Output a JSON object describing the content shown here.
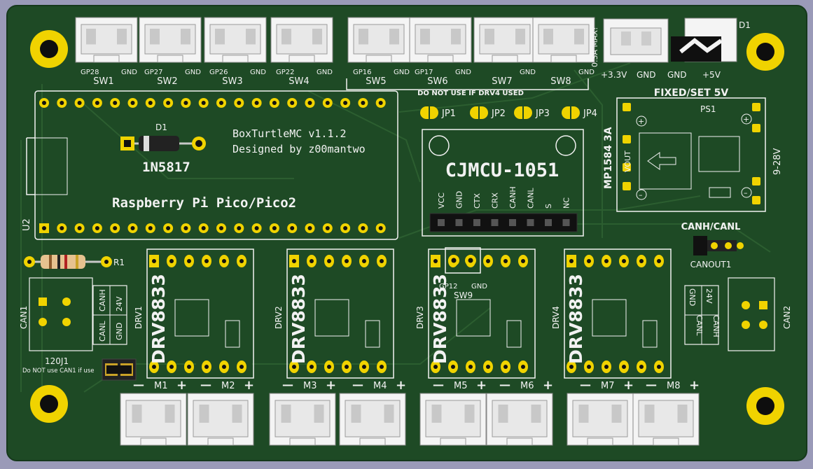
{
  "colors": {
    "background": "#9a9ab8",
    "board": "#1e4a25",
    "trace": "#2c5e30",
    "silkscreen": "#f2f2f2",
    "pad_gold": "#f0d300",
    "connector_white": "#f4f4f4",
    "module_bg": "#2a5a2c"
  },
  "top_connectors": [
    {
      "ref": "SW1",
      "pins": [
        "GP28",
        "GND"
      ]
    },
    {
      "ref": "SW2",
      "pins": [
        "GP27",
        "GND"
      ]
    },
    {
      "ref": "SW3",
      "pins": [
        "GP26",
        "GND"
      ]
    },
    {
      "ref": "SW4",
      "pins": [
        "GP22",
        "GND"
      ]
    },
    {
      "ref": "SW5",
      "pins": [
        "GP16",
        "GND"
      ]
    },
    {
      "ref": "SW6",
      "pins": [
        "GP17",
        "GND"
      ]
    },
    {
      "ref": "SW7",
      "pins": [
        "",
        "GND"
      ]
    },
    {
      "ref": "SW8",
      "pins": [
        "",
        "GND"
      ]
    }
  ],
  "drv4_warning": "DO NOT USE IF DRV4 USED",
  "power_connector": {
    "pins": [
      "+3.3V",
      "GND"
    ],
    "rating": "0.3A MAX!"
  },
  "diode_top": {
    "ref": "D1",
    "pins": [
      "GND",
      "+5V"
    ]
  },
  "pico": {
    "label": "Raspberry Pi Pico/Pico2",
    "ref": "U2"
  },
  "board_info": {
    "line1": "BoxTurtleMC v1.1.2",
    "line2": "Designed by z00mantwo"
  },
  "diode_main": {
    "ref": "D1",
    "value": "1N5817"
  },
  "jumpers": [
    "JP1",
    "JP2",
    "JP3",
    "JP4"
  ],
  "can_module": {
    "name": "CJMCU-1051",
    "pins": [
      "VCC",
      "GND",
      "CTX",
      "CRX",
      "CANH",
      "CANL",
      "S",
      "NC"
    ]
  },
  "regulator": {
    "title": "FIXED/SET 5V",
    "ref": "PS1",
    "part": "MP1584 3A",
    "vout": "VOUT",
    "vin": "9-28V"
  },
  "canout": {
    "title": "CANH/CANL",
    "ref": "CANOUT1"
  },
  "resistor": {
    "ref": "R1"
  },
  "can1": {
    "ref": "CAN1",
    "labels": [
      "CANH",
      "24V",
      "CANL",
      "GND"
    ]
  },
  "can2": {
    "ref": "CAN2",
    "labels": [
      "CANL",
      "CANH",
      "GND",
      "24V"
    ]
  },
  "jumper_120": {
    "ref": "120J1",
    "note": "Do NOT use CAN1 if use"
  },
  "drivers": [
    {
      "ref": "DRV1",
      "chip": "DRV8833"
    },
    {
      "ref": "DRV2",
      "chip": "DRV8833"
    },
    {
      "ref": "DRV3",
      "chip": "DRV8833"
    },
    {
      "ref": "DRV4",
      "chip": "DRV8833"
    }
  ],
  "sw9": {
    "ref": "SW9",
    "pins": [
      "GP12",
      "GND"
    ]
  },
  "motors": [
    "M1",
    "M2",
    "M3",
    "M4",
    "M5",
    "M6",
    "M7",
    "M8"
  ],
  "polarity": {
    "minus": "—",
    "plus": "+"
  }
}
